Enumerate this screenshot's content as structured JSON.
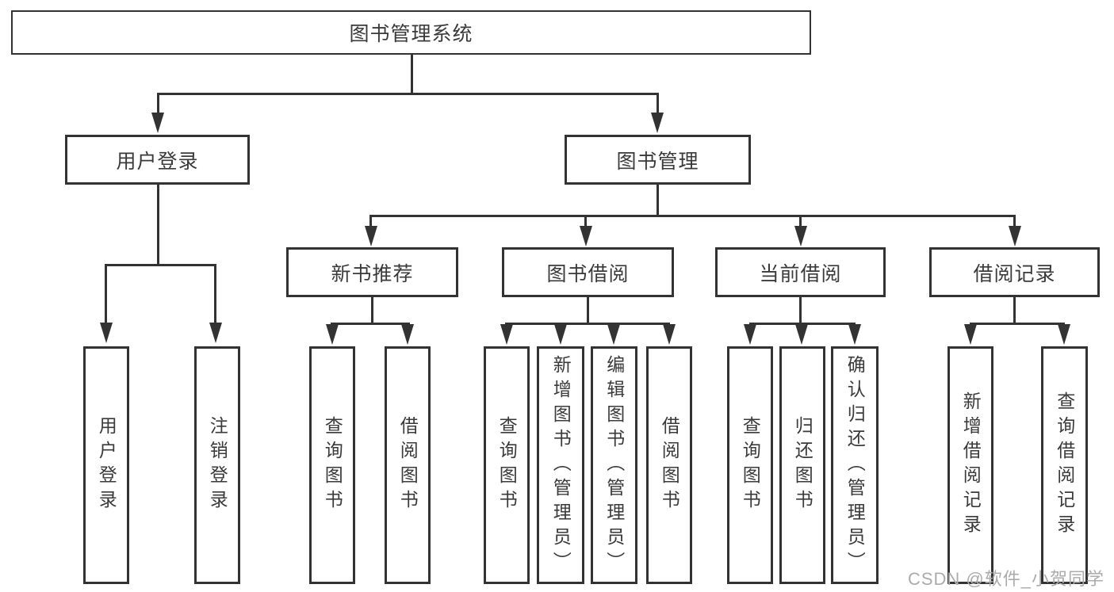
{
  "diagram": {
    "root": {
      "label": "图书管理系统"
    },
    "level1": [
      {
        "label": "用户登录"
      },
      {
        "label": "图书管理"
      }
    ],
    "level2": [
      {
        "label": "新书推荐"
      },
      {
        "label": "图书借阅"
      },
      {
        "label": "当前借阅"
      },
      {
        "label": "借阅记录"
      }
    ],
    "leaves": [
      {
        "label": "用户登录"
      },
      {
        "label": "注销登录"
      },
      {
        "label": "查询图书"
      },
      {
        "label": "借阅图书"
      },
      {
        "label": "查询图书"
      },
      {
        "label": "新增图书（管理员）"
      },
      {
        "label": "编辑图书（管理员）"
      },
      {
        "label": "借阅图书"
      },
      {
        "label": "查询图书"
      },
      {
        "label": "归还图书"
      },
      {
        "label": "确认归还（管理员）"
      },
      {
        "label": "新增借阅记录"
      },
      {
        "label": "查询借阅记录"
      }
    ]
  },
  "watermark": {
    "text": "CSDN @软件_小贺同学"
  },
  "colors": {
    "line": "#333333",
    "text": "#3a3a3a",
    "background": "#ffffff",
    "watermark": "#ababab"
  }
}
